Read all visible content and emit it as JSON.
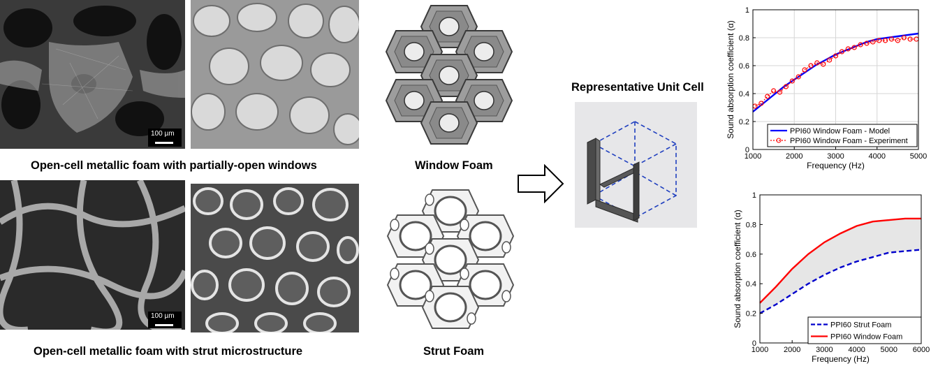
{
  "figure": {
    "captions": {
      "row1": "Open-cell metallic foam with partially-open windows",
      "row2": "Open-cell metallic foam with strut microstructure",
      "window_foam": "Window Foam",
      "strut_foam": "Strut Foam",
      "unit_cell": "Representative Unit Cell"
    },
    "scale_bar_1": "100 µm",
    "scale_bar_2": "100 µm"
  },
  "chart_data": [
    {
      "type": "line",
      "xlabel": "Frequency (Hz)",
      "ylabel": "Sound absorption coefficient (α)",
      "xlim": [
        1000,
        5000
      ],
      "ylim": [
        0,
        1
      ],
      "xticks": [
        "1000",
        "2000",
        "3000",
        "4000",
        "5000"
      ],
      "yticks": [
        "0",
        "0.2",
        "0.4",
        "0.6",
        "0.8",
        "1"
      ],
      "grid": true,
      "legend_position": "bottom-right",
      "series": [
        {
          "name": "PPI60 Window Foam - Model",
          "color": "#0000ff",
          "style": "solid",
          "x": [
            1000,
            1250,
            1500,
            1750,
            2000,
            2250,
            2500,
            2750,
            3000,
            3250,
            3500,
            3750,
            4000,
            4250,
            4500,
            4750,
            5000
          ],
          "y": [
            0.27,
            0.33,
            0.39,
            0.45,
            0.5,
            0.55,
            0.6,
            0.64,
            0.68,
            0.71,
            0.74,
            0.77,
            0.79,
            0.8,
            0.81,
            0.82,
            0.83
          ]
        },
        {
          "name": "PPI60 Window Foam - Experiment",
          "color": "#ff0000",
          "style": "dotted-circle",
          "x": [
            1050,
            1200,
            1350,
            1500,
            1650,
            1800,
            1950,
            2100,
            2250,
            2400,
            2550,
            2700,
            2850,
            3000,
            3150,
            3300,
            3450,
            3600,
            3750,
            3900,
            4050,
            4200,
            4350,
            4500,
            4650,
            4800,
            4950
          ],
          "y": [
            0.31,
            0.33,
            0.38,
            0.42,
            0.41,
            0.45,
            0.49,
            0.52,
            0.57,
            0.6,
            0.62,
            0.61,
            0.64,
            0.67,
            0.7,
            0.72,
            0.73,
            0.75,
            0.76,
            0.77,
            0.78,
            0.78,
            0.79,
            0.78,
            0.8,
            0.79,
            0.79
          ]
        }
      ]
    },
    {
      "type": "area",
      "xlabel": "Frequency (Hz)",
      "ylabel": "Sound absorption coefficient (α)",
      "xlim": [
        1000,
        6000
      ],
      "ylim": [
        0,
        1
      ],
      "xticks": [
        "1000",
        "2000",
        "3000",
        "4000",
        "5000",
        "6000"
      ],
      "yticks": [
        "0",
        "0.2",
        "0.4",
        "0.6",
        "0.8",
        "1"
      ],
      "grid": false,
      "legend_position": "bottom-right",
      "fill_between": true,
      "series": [
        {
          "name": "PPI60 Strut Foam",
          "color": "#0000cc",
          "style": "dashed",
          "x": [
            1000,
            1500,
            2000,
            2500,
            3000,
            3500,
            4000,
            4500,
            5000,
            5500,
            6000
          ],
          "y": [
            0.2,
            0.26,
            0.33,
            0.4,
            0.46,
            0.51,
            0.55,
            0.58,
            0.61,
            0.62,
            0.63
          ]
        },
        {
          "name": "PPI60 Window Foam",
          "color": "#ff0000",
          "style": "solid",
          "x": [
            1000,
            1500,
            2000,
            2500,
            3000,
            3500,
            4000,
            4500,
            5000,
            5500,
            6000
          ],
          "y": [
            0.27,
            0.38,
            0.5,
            0.6,
            0.68,
            0.74,
            0.79,
            0.82,
            0.83,
            0.84,
            0.84
          ]
        }
      ]
    }
  ]
}
